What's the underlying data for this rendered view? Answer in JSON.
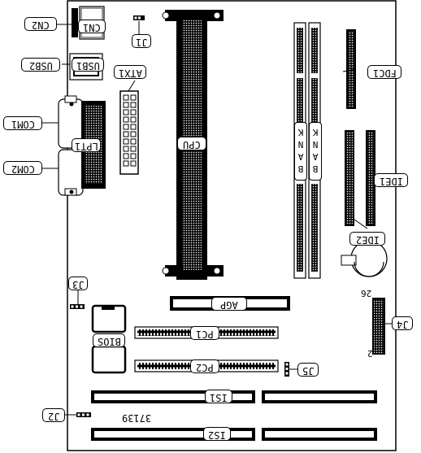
{
  "labels": {
    "cn2": "CN2",
    "cn1": "CN1",
    "j1": "J1",
    "usb2": "USB2",
    "usb1": "USB1",
    "atx1": "ATX1",
    "com1": "COM1",
    "lpt1": "LPT1",
    "com2": "COM2",
    "cpu": "CPU",
    "fdc1": "FDC1",
    "ide1": "IDE1",
    "ide2": "IDE2",
    "j3": "J3",
    "agp": "AGP",
    "pc1": "PC1",
    "pc2": "PC2",
    "bios": "BIOS",
    "j4": "J4",
    "j5": "J5",
    "is1": "IS1",
    "is2": "IS2",
    "j2": "J2"
  },
  "bank_left": "BANK",
  "bank_right": "BANK",
  "pin_26": "26",
  "pin_2": "2",
  "board_number": "37139"
}
